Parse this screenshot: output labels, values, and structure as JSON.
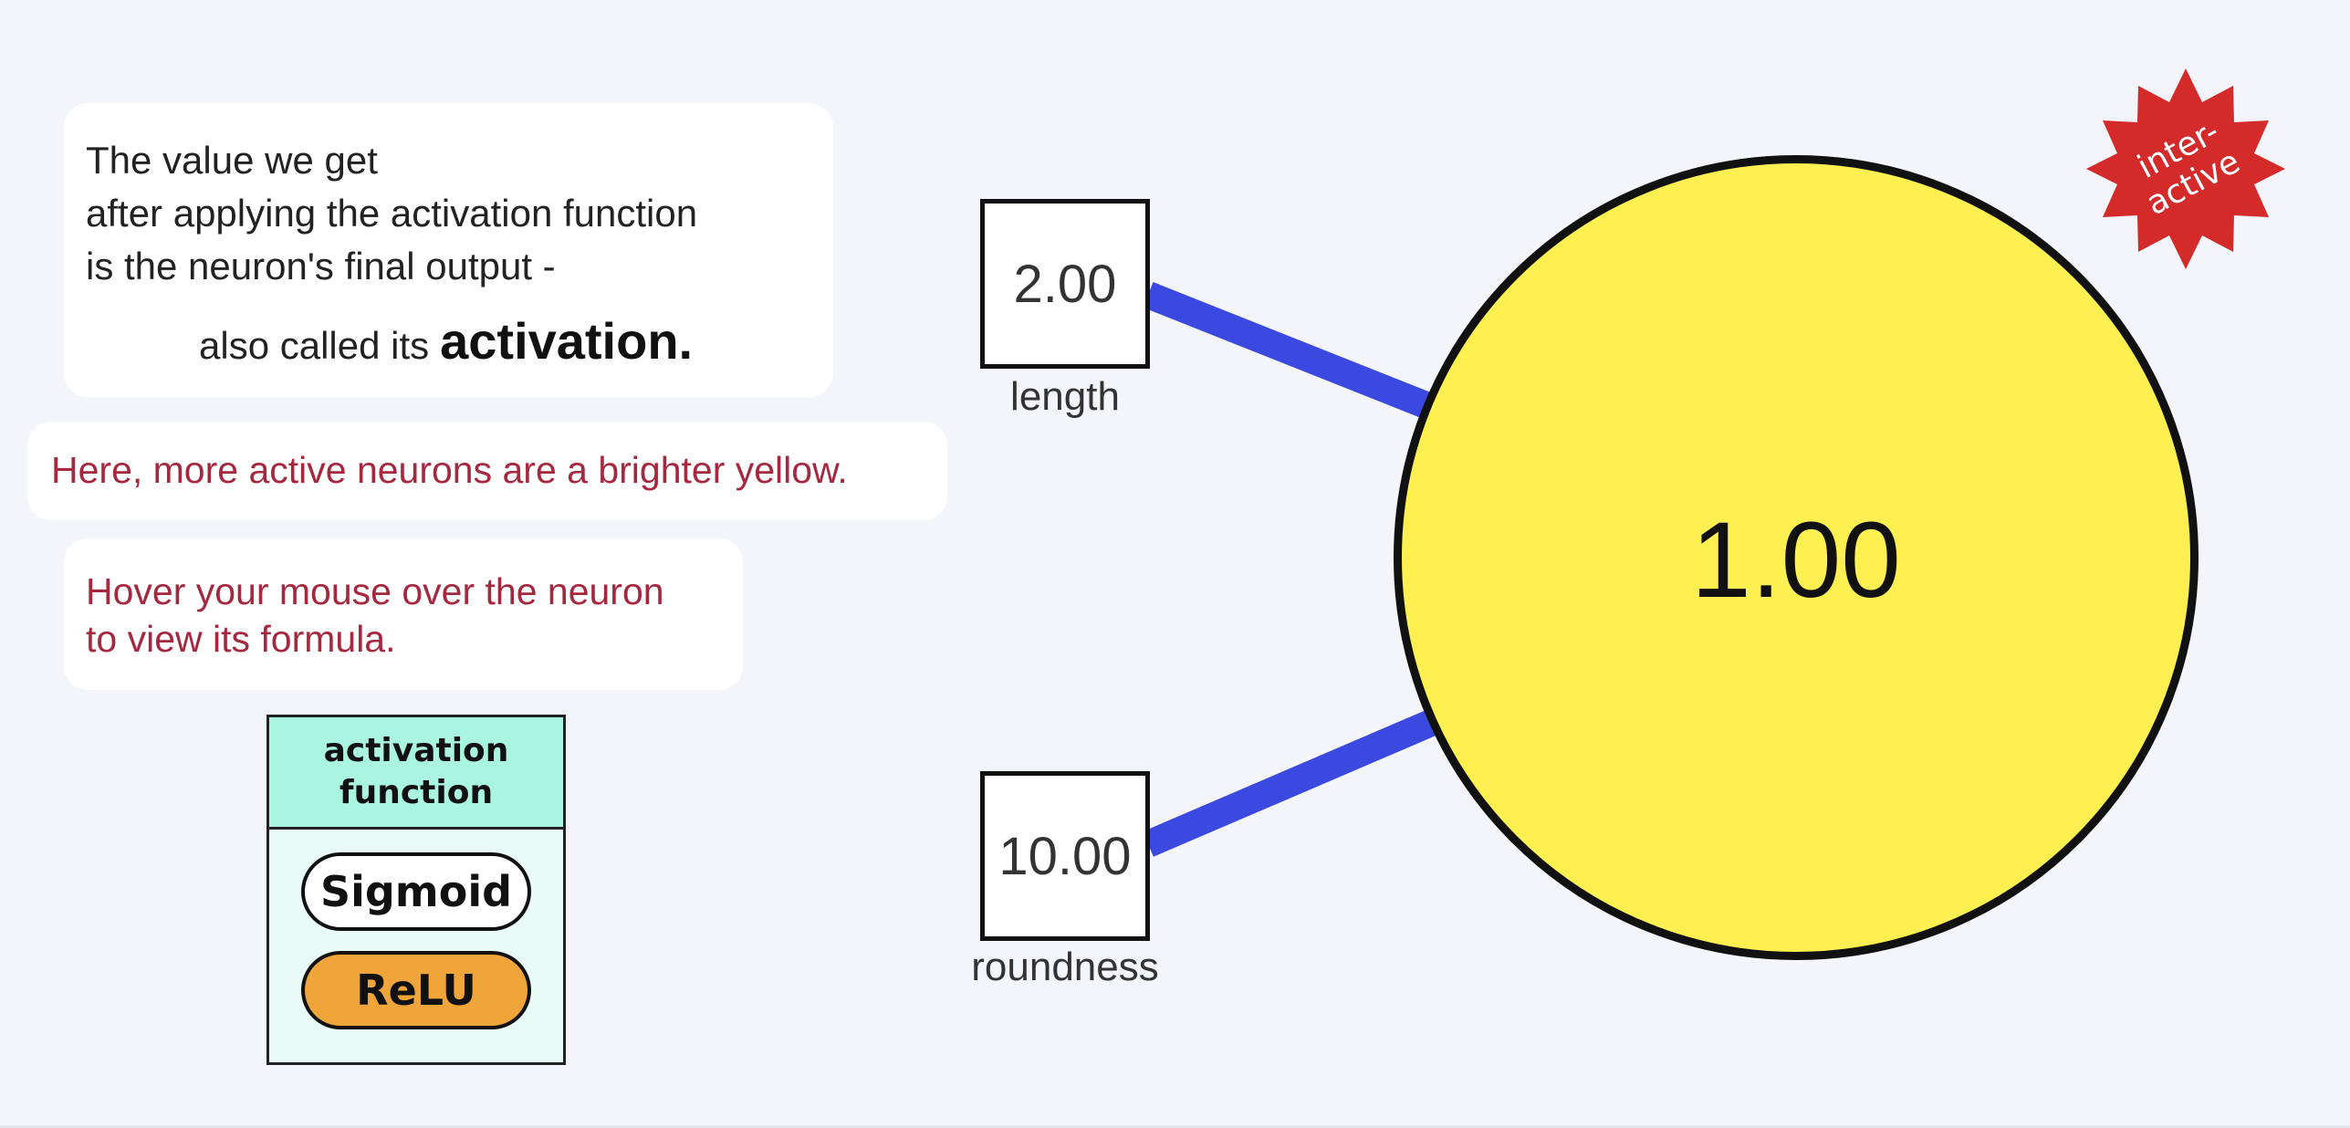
{
  "intro": {
    "line1": "The value we get",
    "line2": "after applying the activation function",
    "line3": "is the neuron's final output -",
    "line4_prefix": "also called its",
    "line4_emphasis": "activation."
  },
  "note1": "Here, more active neurons are a brighter yellow.",
  "note2": {
    "line1": "Hover your mouse over the neuron",
    "line2": "to view its formula."
  },
  "activation_panel": {
    "title": "activation function",
    "options": [
      "Sigmoid",
      "ReLU"
    ],
    "selected": "ReLU",
    "header_color": "#aaf5e0",
    "selected_color": "#f0a53a"
  },
  "inputs": [
    {
      "value": "2.00",
      "label": "length"
    },
    {
      "value": "10.00",
      "label": "roundness"
    }
  ],
  "neuron": {
    "activation": "1.00",
    "fill_color": "#fdf050"
  },
  "connection_color": "#3b49e0",
  "badge": {
    "text_line1": "inter-",
    "text_line2": "active",
    "color": "#d42a2a"
  }
}
